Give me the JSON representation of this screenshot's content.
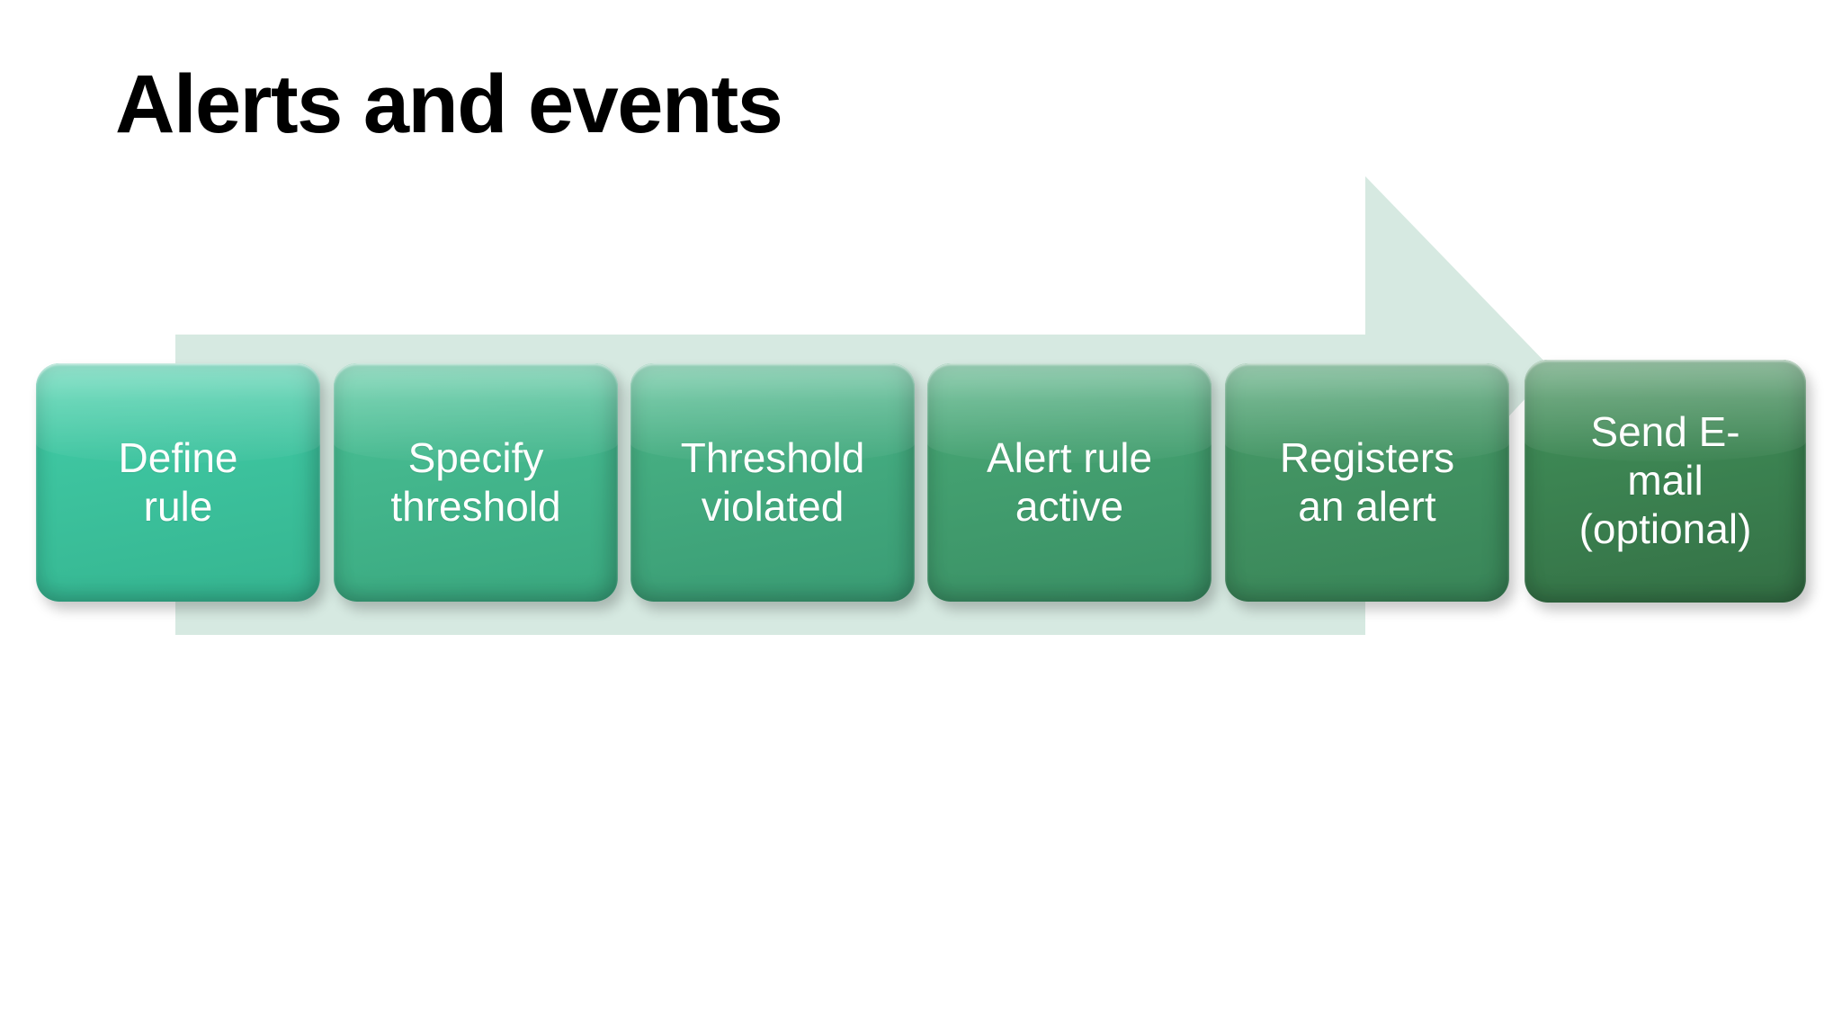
{
  "slide": {
    "title": "Alerts and events",
    "background_color": "#ffffff"
  },
  "diagram": {
    "type": "process-flow",
    "name": "alerts-and-events-process",
    "direction": "left-to-right",
    "arrow": {
      "name": "process-arrow",
      "color": "#d6e9e1",
      "shape": "right-block-arrow"
    },
    "steps": [
      {
        "id": "step-1",
        "label": "Define rule",
        "line1": "Define",
        "line2": "rule",
        "color": "#3ec5a0",
        "color_dark": "#34ae8d"
      },
      {
        "id": "step-2",
        "label": "Specify threshold",
        "line1": "Specify",
        "line2": "threshold",
        "color": "#45b98f",
        "color_dark": "#3aa37d"
      },
      {
        "id": "step-3",
        "label": "Threshold violated",
        "line1": "Threshold",
        "line2": "violated",
        "color": "#45ad81",
        "color_dark": "#3a9770"
      },
      {
        "id": "step-4",
        "label": "Alert rule active",
        "line1": "Alert rule",
        "line2": "active",
        "color": "#44a171",
        "color_dark": "#3a8b62"
      },
      {
        "id": "step-5",
        "label": "Registers an alert",
        "line1": "Registers",
        "line2": "an alert",
        "color": "#439564",
        "color_dark": "#397f55"
      },
      {
        "id": "step-6",
        "label": "Send E-mail (optional)",
        "line1": "Send E-",
        "line2": "mail",
        "line3": "(optional)",
        "color": "#3d8754",
        "color_dark": "#357246"
      }
    ]
  }
}
